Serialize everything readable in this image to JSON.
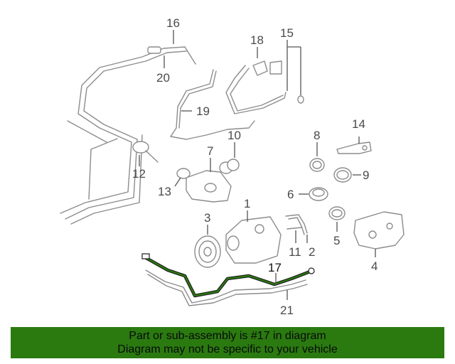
{
  "callouts": {
    "c1": "1",
    "c2": "2",
    "c3": "3",
    "c4": "4",
    "c5": "5",
    "c6": "6",
    "c7": "7",
    "c8": "8",
    "c9": "9",
    "c10": "10",
    "c11": "11",
    "c12": "12",
    "c13": "13",
    "c14": "14",
    "c15": "15",
    "c16": "16",
    "c17": "17",
    "c18": "18",
    "c19": "19",
    "c20": "20",
    "c21": "21"
  },
  "highlight": {
    "part_number": "17",
    "color": "#2a7a10"
  },
  "banner": {
    "line1": "Part or sub-assembly is #17 in diagram",
    "line2": "Diagram may not be specific to your vehicle",
    "background": "#2a7a10"
  }
}
